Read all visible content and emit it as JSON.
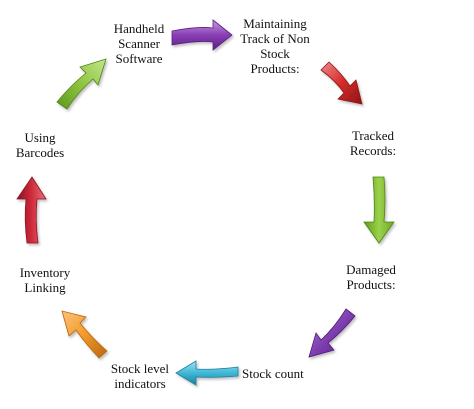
{
  "diagram": {
    "nodes": [
      {
        "id": "handheld",
        "lines": [
          "Handheld",
          "Scanner",
          "Software"
        ]
      },
      {
        "id": "maintaining",
        "lines": [
          "Maintaining",
          "Track of Non",
          "Stock",
          "Products:"
        ]
      },
      {
        "id": "tracked",
        "lines": [
          "Tracked",
          "Records:"
        ]
      },
      {
        "id": "damaged",
        "lines": [
          "Damaged",
          "Products:"
        ]
      },
      {
        "id": "stockcount",
        "lines": [
          "Stock count"
        ]
      },
      {
        "id": "stocklevel",
        "lines": [
          "Stock level",
          "indicators"
        ]
      },
      {
        "id": "inventory",
        "lines": [
          "Inventory",
          "Linking"
        ]
      },
      {
        "id": "barcodes",
        "lines": [
          "Using",
          "Barcodes"
        ]
      }
    ],
    "arrows": [
      {
        "from": "handheld",
        "to": "maintaining",
        "color": "#8a3fb5"
      },
      {
        "from": "maintaining",
        "to": "tracked",
        "color": "#d42b2b"
      },
      {
        "from": "tracked",
        "to": "damaged",
        "color": "#8cc43c"
      },
      {
        "from": "damaged",
        "to": "stockcount",
        "color": "#7f3fb0"
      },
      {
        "from": "stockcount",
        "to": "stocklevel",
        "color": "#3fb7d6"
      },
      {
        "from": "stocklevel",
        "to": "inventory",
        "color": "#f39a2b"
      },
      {
        "from": "inventory",
        "to": "barcodes",
        "color": "#d02a3a"
      },
      {
        "from": "barcodes",
        "to": "handheld",
        "color": "#8ec63f"
      }
    ]
  }
}
